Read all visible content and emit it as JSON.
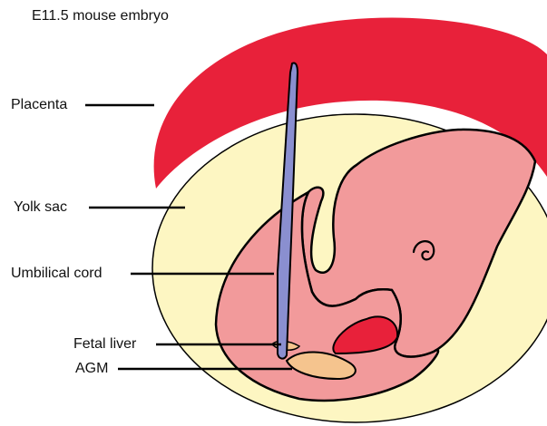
{
  "title": "E11.5 mouse embryo",
  "labels": {
    "placenta": "Placenta",
    "yolk_sac": "Yolk sac",
    "umbilical_cord": "Umbilical cord",
    "fetal_liver": "Fetal liver",
    "agm": "AGM"
  },
  "colors": {
    "placenta": "#e8213a",
    "yolk_sac": "#fdf6c2",
    "embryo": "#f29a9b",
    "umbilical_cord": "#8a8fd0",
    "fetal_liver_region": "#e8213a",
    "agm": "#f5c48e",
    "outline": "#000000"
  }
}
